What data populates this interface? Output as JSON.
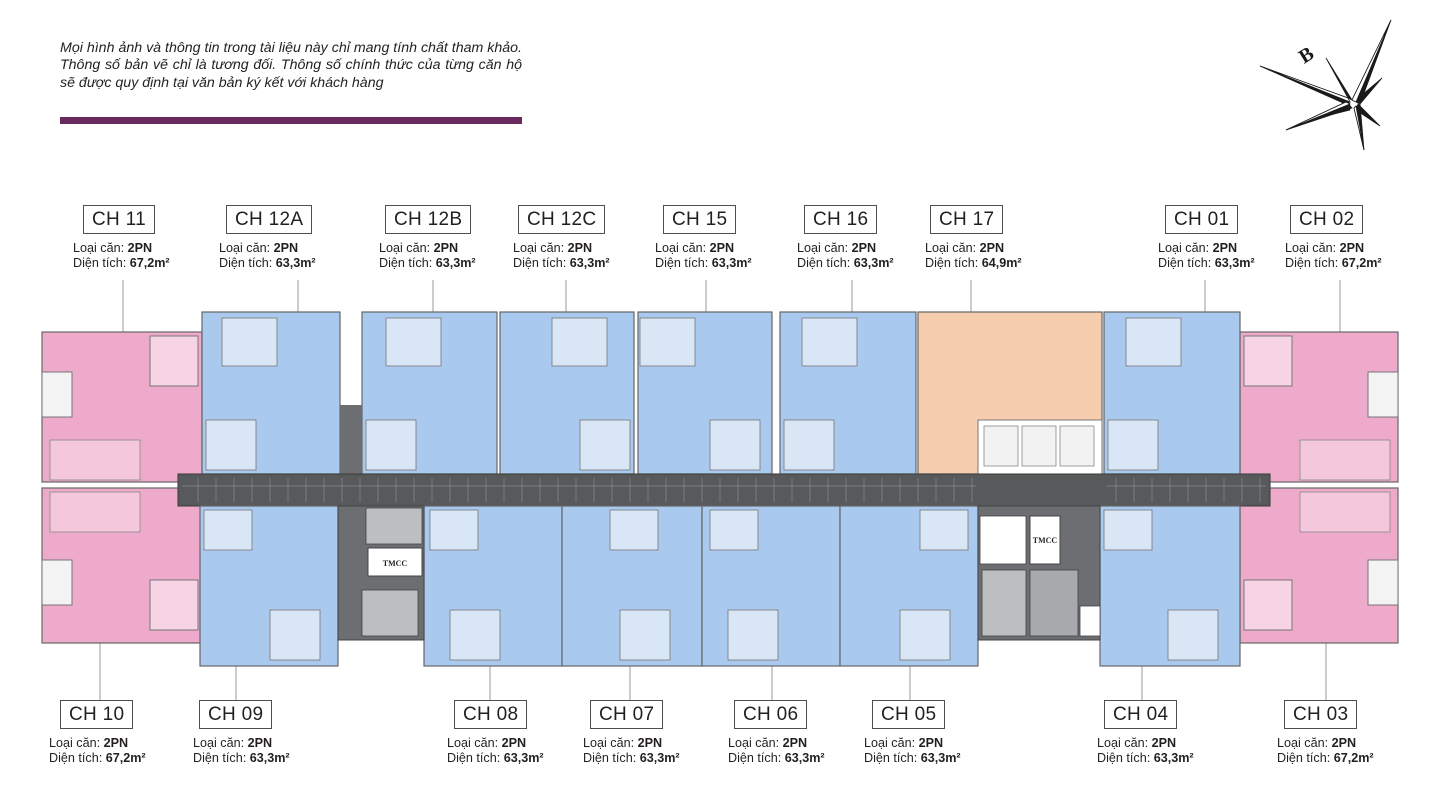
{
  "disclaimer": "Mọi hình ảnh và thông tin trong tài liệu này chỉ mang tính chất tham khảo. Thông số bản vẽ chỉ là tương đối. Thông số chính thức của từng căn hộ sẽ được quy định tại văn bản ký kết với khách hàng",
  "compass_letter": "B",
  "tmcc_labels": [
    "TMCC",
    "TMCC"
  ],
  "labels": {
    "type": "Loại căn: ",
    "area": "Diện tích: "
  },
  "colors": {
    "accent_bar": "#6b2a5d",
    "pink_units": "#eeaacb",
    "blue_units": "#a9c9ee",
    "orange_unit": "#f7cdb0",
    "corridor": "#58595b"
  },
  "units_top": [
    {
      "code": "CH 11",
      "type": "2PN",
      "area": "67,2m²"
    },
    {
      "code": "CH 12A",
      "type": "2PN",
      "area": "63,3m²"
    },
    {
      "code": "CH 12B",
      "type": "2PN",
      "area": "63,3m²"
    },
    {
      "code": "CH 12C",
      "type": "2PN",
      "area": "63,3m²"
    },
    {
      "code": "CH 15",
      "type": "2PN",
      "area": "63,3m²"
    },
    {
      "code": "CH 16",
      "type": "2PN",
      "area": "63,3m²"
    },
    {
      "code": "CH 17",
      "type": "2PN",
      "area": "64,9m²"
    },
    {
      "code": "CH 01",
      "type": "2PN",
      "area": "63,3m²"
    },
    {
      "code": "CH 02",
      "type": "2PN",
      "area": "67,2m²"
    }
  ],
  "units_bottom": [
    {
      "code": "CH 10",
      "type": "2PN",
      "area": "67,2m²"
    },
    {
      "code": "CH 09",
      "type": "2PN",
      "area": "63,3m²"
    },
    {
      "code": "CH 08",
      "type": "2PN",
      "area": "63,3m²"
    },
    {
      "code": "CH 07",
      "type": "2PN",
      "area": "63,3m²"
    },
    {
      "code": "CH 06",
      "type": "2PN",
      "area": "63,3m²"
    },
    {
      "code": "CH 05",
      "type": "2PN",
      "area": "63,3m²"
    },
    {
      "code": "CH 04",
      "type": "2PN",
      "area": "63,3m²"
    },
    {
      "code": "CH 03",
      "type": "2PN",
      "area": "67,2m²"
    }
  ]
}
